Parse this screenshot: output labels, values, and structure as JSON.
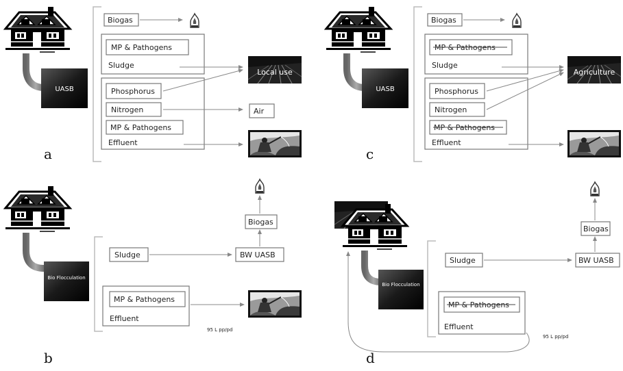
{
  "panels": {
    "a": {
      "letter": "a",
      "reactor": "UASB",
      "biogas": "Biogas",
      "mp_pathogens_sludge": "MP & Pathogens",
      "sludge": "Sludge",
      "phosphorus": "Phosphorus",
      "nitrogen": "Nitrogen",
      "mp_pathogens_effluent": "MP & Pathogens",
      "effluent": "Effluent",
      "local_use": "Local use",
      "air": "Air"
    },
    "b": {
      "letter": "b",
      "reactor": "Bio Flocculation",
      "sludge": "Sludge",
      "bw_uasb": "BW UASB",
      "biogas": "Biogas",
      "mp_pathogens": "MP & Pathogens",
      "effluent": "Effluent",
      "flow_note": "95 L pp/pd"
    },
    "c": {
      "letter": "c",
      "reactor": "UASB",
      "biogas": "Biogas",
      "mp_pathogens_sludge": "MP & Pathogens",
      "sludge": "Sludge",
      "phosphorus": "Phosphorus",
      "nitrogen": "Nitrogen",
      "mp_pathogens_effluent": "MP & Pathogens",
      "effluent": "Effluent",
      "agriculture": "Agriculture"
    },
    "d": {
      "letter": "d",
      "reactor": "Bio Flocculation",
      "sludge": "Sludge",
      "bw_uasb": "BW UASB",
      "biogas": "Biogas",
      "mp_pathogens": "MP & Pathogens",
      "effluent": "Effluent",
      "flow_note": "95 L pp/pd"
    }
  }
}
